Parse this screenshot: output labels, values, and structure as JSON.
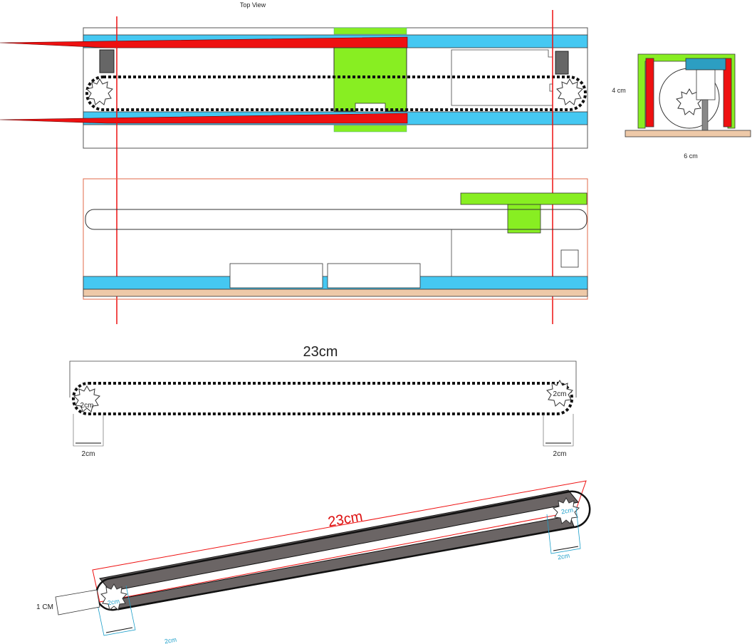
{
  "top_view": {
    "title": "Top View"
  },
  "side_section": {
    "height_label": "4 cm",
    "width_label": "6 cm"
  },
  "belt_diagram": {
    "length_label": "23cm",
    "pulley_label": "2cm",
    "spacing_label": "2cm"
  },
  "iso_diagram": {
    "length_label": "23cm",
    "pulley_label": "2cm",
    "spacing_label": "2cm",
    "shaft_label": "1 CM"
  },
  "colors": {
    "rail": "#45c8f2",
    "red": "#ee1111",
    "green": "#88ee22",
    "wood": "#eec9a8",
    "dark_grey": "#6b6565",
    "outline": "#444444",
    "accent_blue": "#1a9ec9"
  }
}
